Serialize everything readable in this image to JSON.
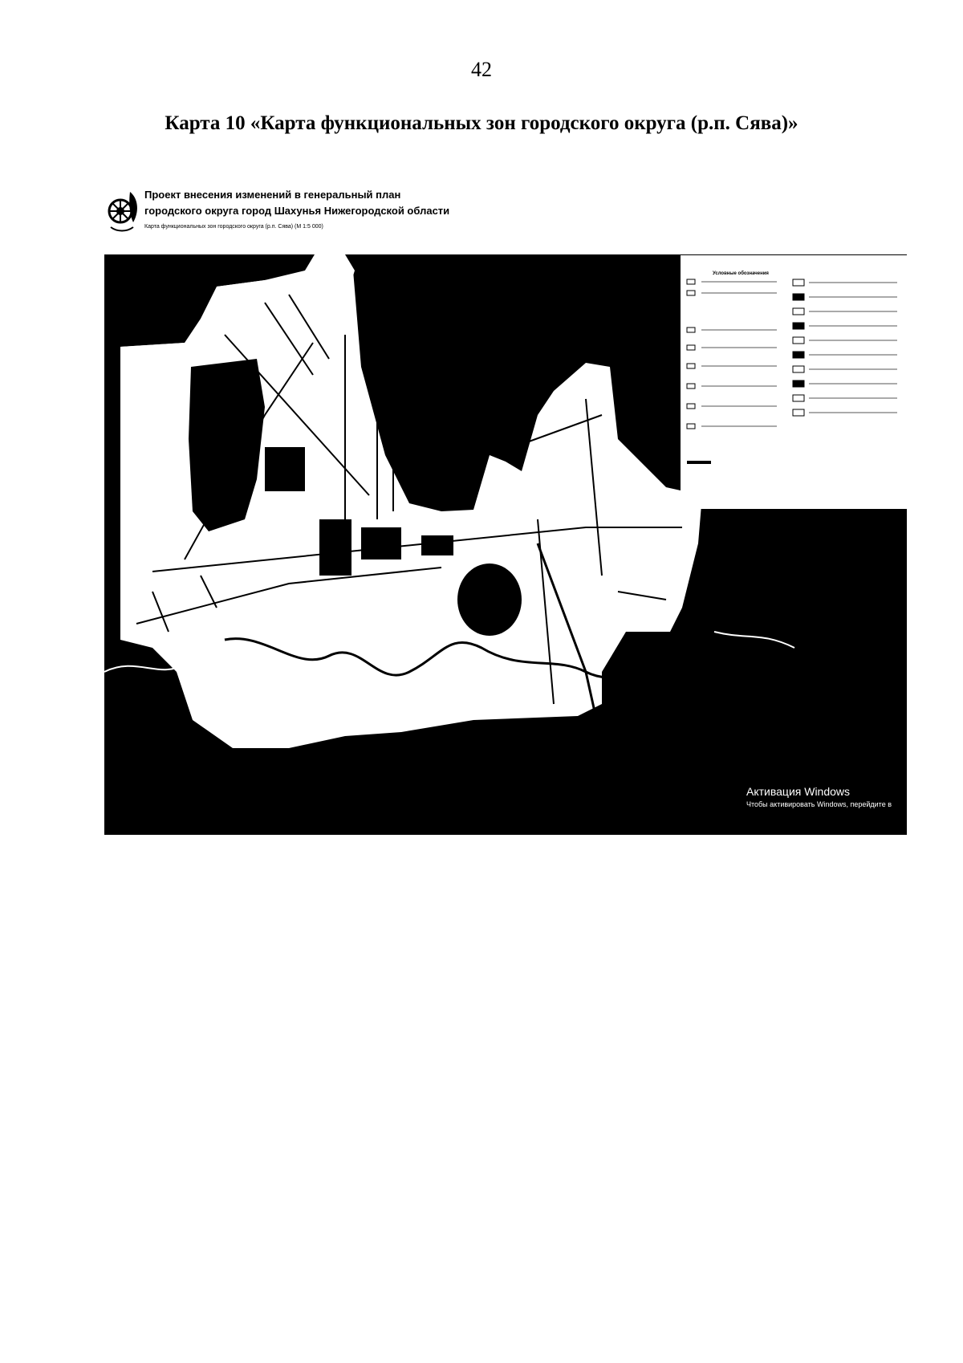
{
  "page": {
    "number": "42",
    "title": "Карта 10 «Карта функциональных зон городского округа (р.п. Сява)»"
  },
  "map": {
    "header": {
      "line1": "Проект внесения изменений в генеральный план",
      "line2": "городского округа город Шахунья Нижегородской области",
      "line3": "Карта функциональных зон городского округа (р.п. Сява) (М 1:5 000)"
    },
    "legend": {
      "title": "Условные обозначения"
    },
    "watermark": {
      "title": "Активация Windows",
      "subtitle": "Чтобы активировать Windows, перейдите в"
    }
  },
  "colors": {
    "background": "#000000",
    "paper": "#ffffff"
  }
}
